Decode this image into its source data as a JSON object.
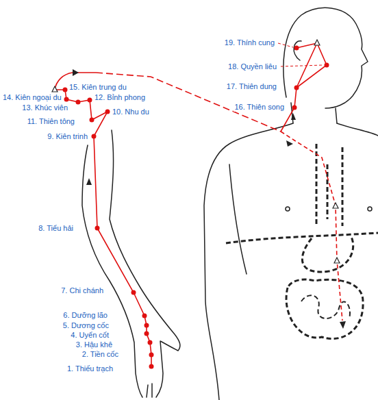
{
  "diagram": {
    "labels": [
      "1. Thiếu trạch",
      "2. Tiền cốc",
      "3. Hậu khê",
      "4. Uyển cốt",
      "5. Dương cốc",
      "6. Dưỡng lão",
      "7. Chi chánh",
      "8. Tiểu hải",
      "9. Kiên trinh",
      "10. Nhu du",
      "11. Thiên tông",
      "12. Bỉnh phong",
      "13. Khúc viên",
      "14. Kiên ngoại du",
      "15. Kiên trung du",
      "16. Thiên song",
      "17. Thiên dung",
      "18. Quyền liêu",
      "19. Thính cung"
    ]
  }
}
